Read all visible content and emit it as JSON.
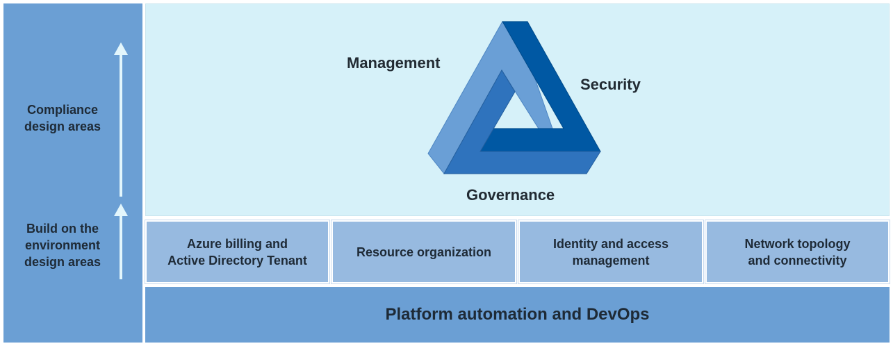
{
  "left": {
    "compliance_line1": "Compliance",
    "compliance_line2": "design areas",
    "build_line1": "Build on the",
    "build_line2": "environment",
    "build_line3": "design areas"
  },
  "triangle": {
    "management": "Management",
    "security": "Security",
    "governance": "Governance"
  },
  "boxes": [
    {
      "line1": "Azure billing and",
      "line2": "Active Directory Tenant"
    },
    {
      "line1": "Resource organization",
      "line2": ""
    },
    {
      "line1": "Identity and access",
      "line2": "management"
    },
    {
      "line1": "Network topology",
      "line2": "and connectivity"
    }
  ],
  "bottom": {
    "label": "Platform automation and DevOps"
  },
  "colors": {
    "left_column": "#6b9fd4",
    "top_area": "#d6f1f9",
    "box": "#97bae0",
    "triangle_light": "#6a9fd6",
    "triangle_mid": "#2f73bd",
    "triangle_dark": "#0058a3",
    "arrow": "#e3f6fc"
  }
}
